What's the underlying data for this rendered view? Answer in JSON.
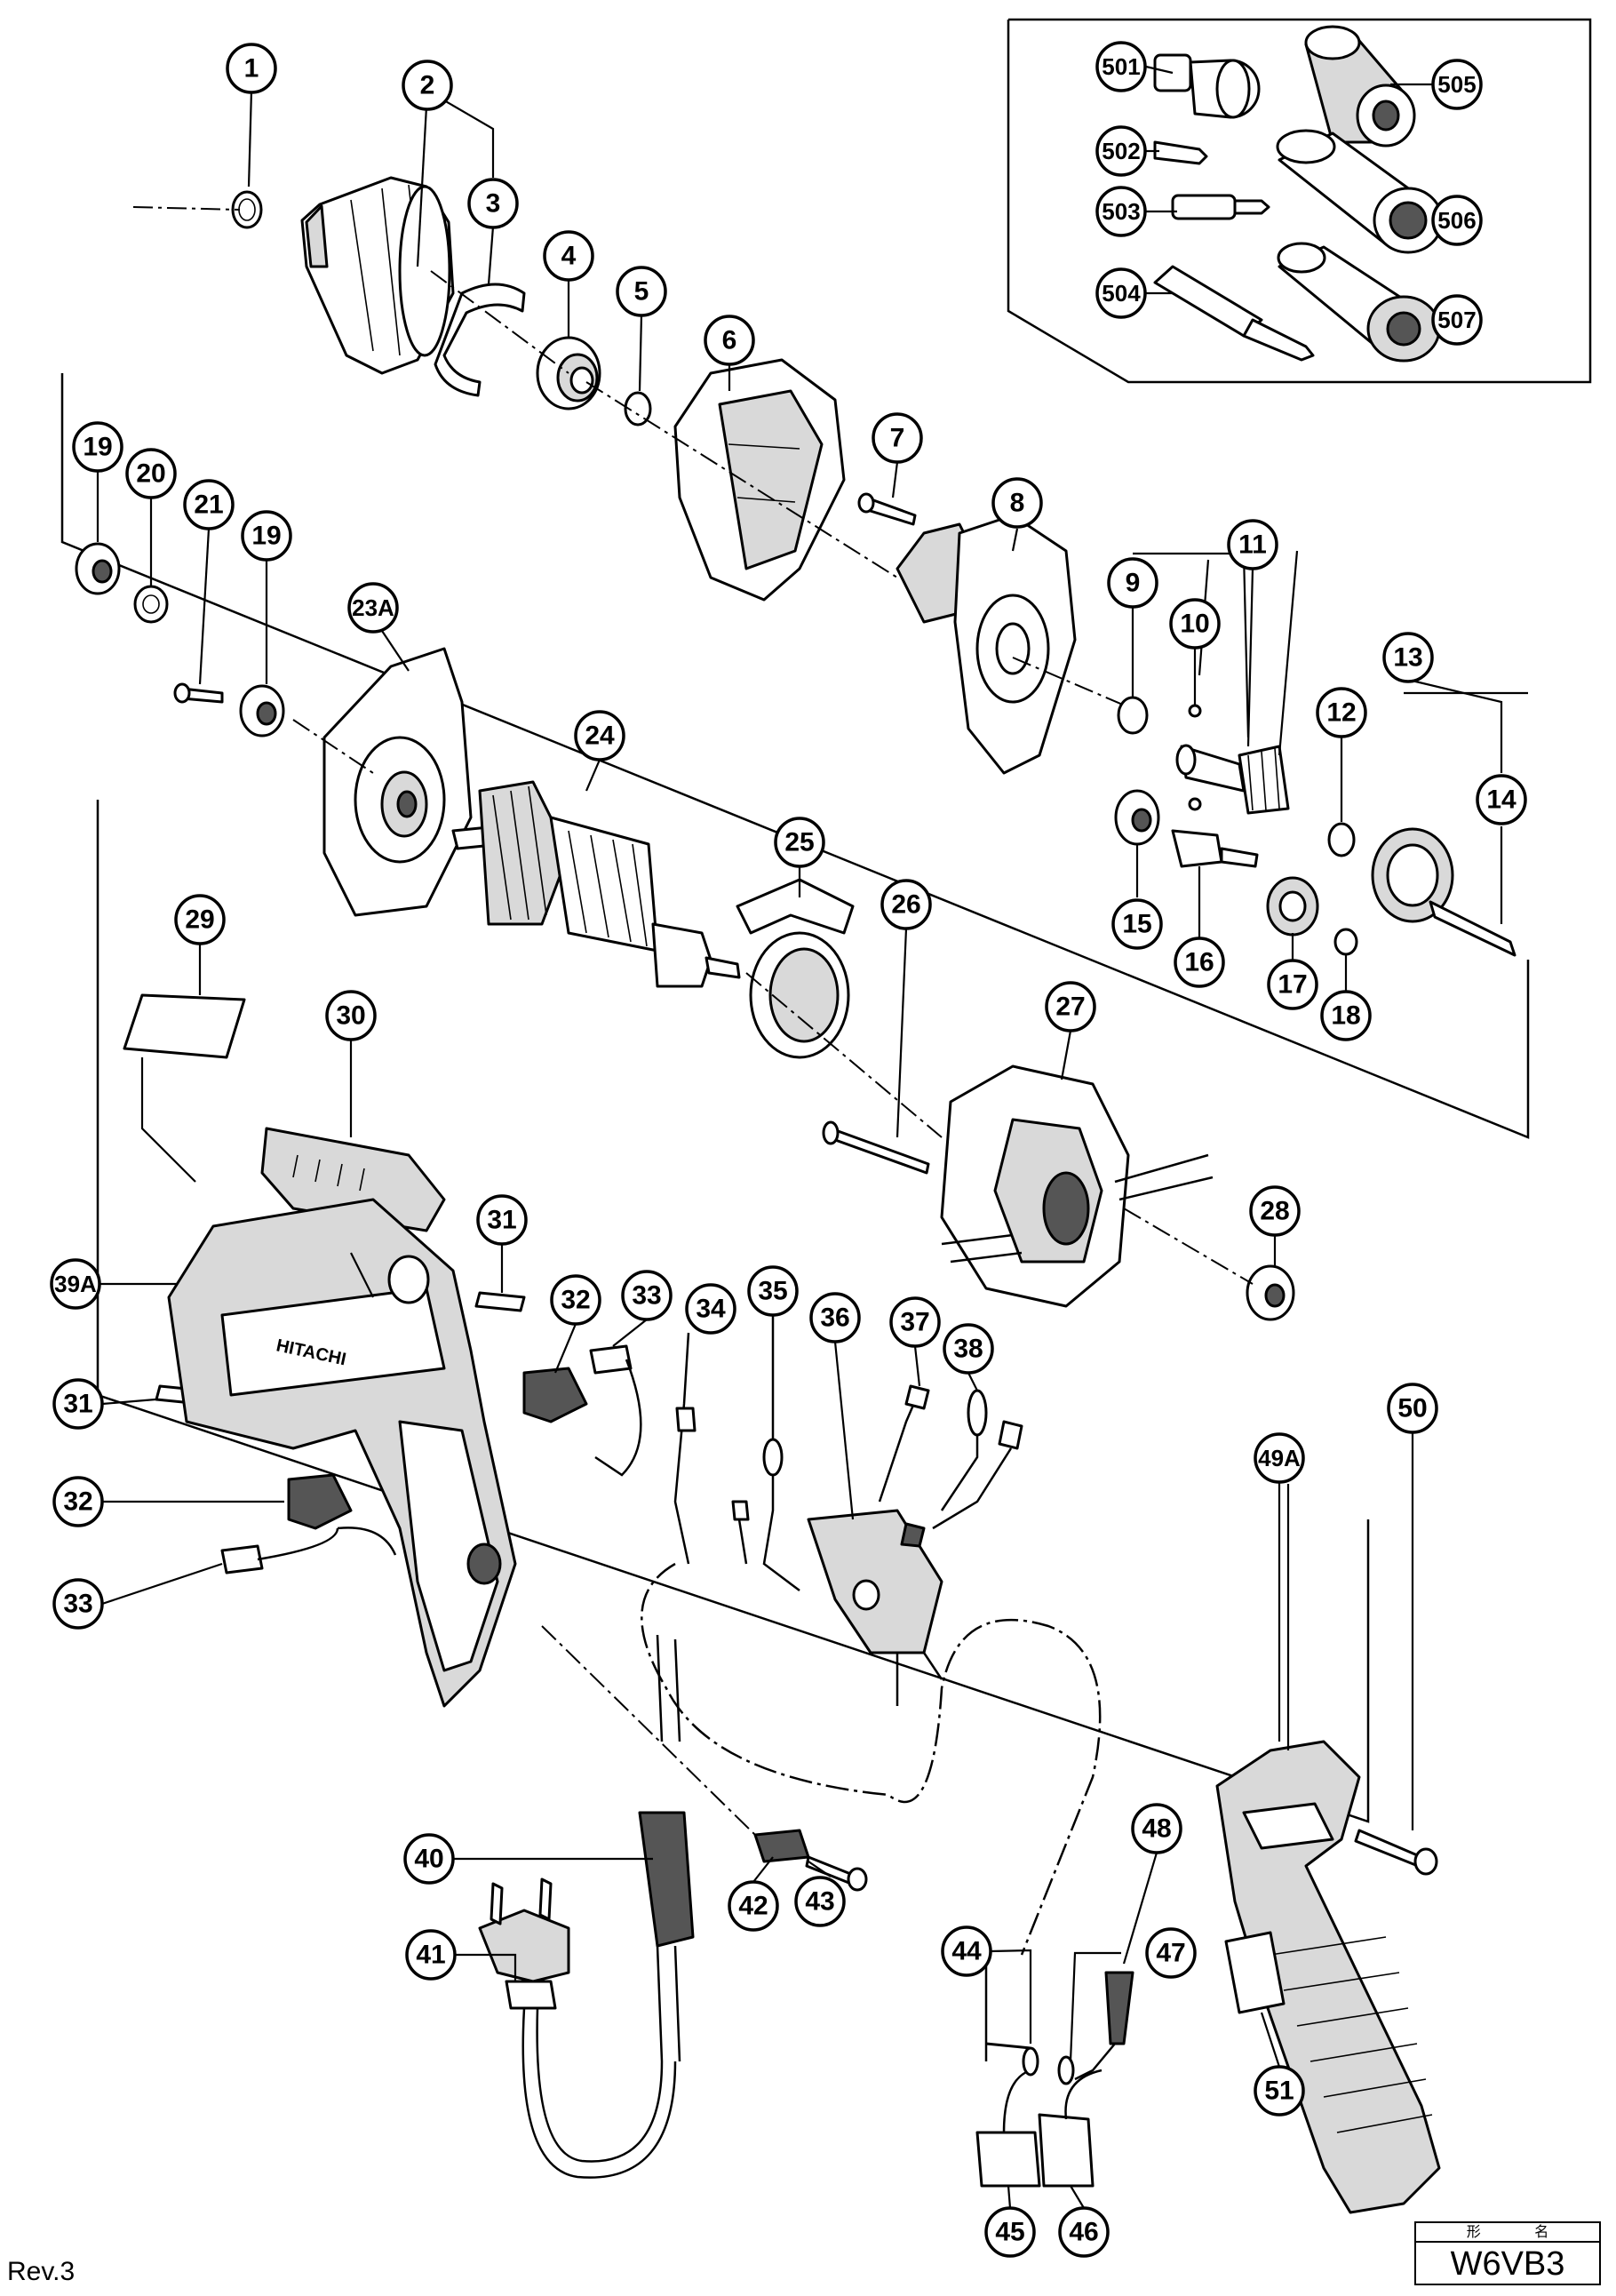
{
  "callouts": [
    "1",
    "2",
    "3",
    "4",
    "5",
    "6",
    "7",
    "8",
    "9",
    "10",
    "11",
    "12",
    "13",
    "14",
    "15",
    "16",
    "17",
    "18",
    "19",
    "19",
    "20",
    "21",
    "23A",
    "24",
    "25",
    "26",
    "27",
    "28",
    "29",
    "30",
    "31",
    "31",
    "32",
    "32",
    "33",
    "33",
    "34",
    "35",
    "36",
    "37",
    "38",
    "39A",
    "40",
    "41",
    "42",
    "43",
    "44",
    "45",
    "46",
    "47",
    "48",
    "49A",
    "50",
    "51",
    "501",
    "502",
    "503",
    "504",
    "505",
    "506",
    "507"
  ],
  "brand_mark": "HITACHI",
  "footer": {
    "revision": "Rev.3",
    "model_label": "形 名",
    "model": "W6VB3"
  },
  "colors": {
    "line": "#000000",
    "background": "#ffffff",
    "shade": "#d9d9d9"
  }
}
